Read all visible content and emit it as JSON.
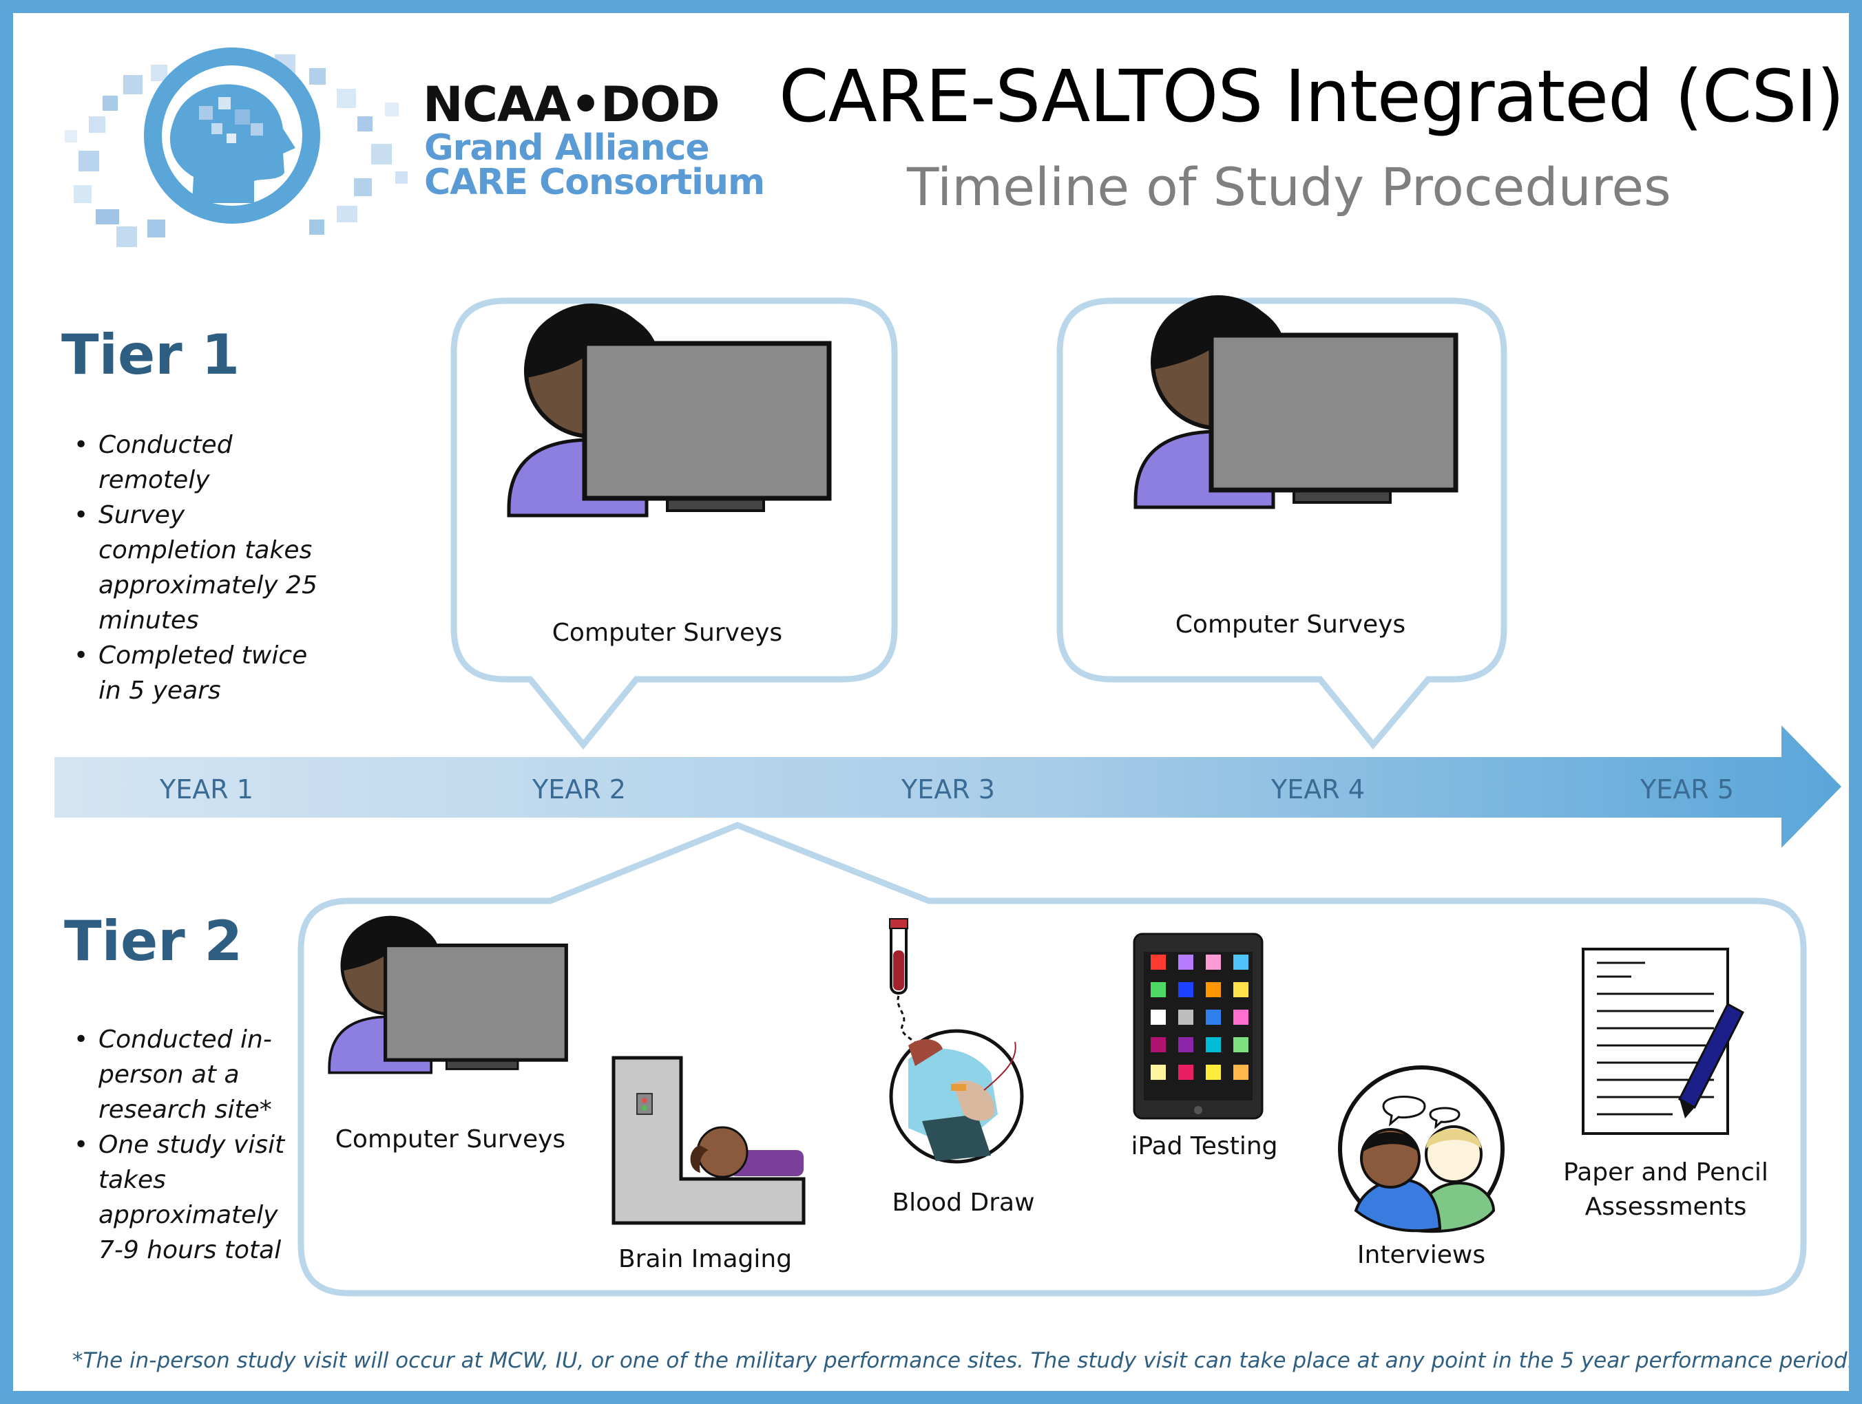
{
  "header": {
    "org_line1": "NCAA•DOD",
    "org_line2": "Grand Alliance",
    "org_line3": "CARE Consortium",
    "title": "CARE-SALTOS Integrated (CSI)",
    "subtitle": "Timeline of Study Procedures"
  },
  "tier1": {
    "heading": "Tier 1",
    "bullets": [
      [
        "Conducted",
        "remotely"
      ],
      [
        "Survey",
        "completion takes",
        "approximately 25",
        "minutes"
      ],
      [
        "Completed twice",
        "in 5 years"
      ]
    ],
    "callouts": [
      {
        "label": "Computer Surveys",
        "year": "YEAR 2"
      },
      {
        "label": "Computer Surveys",
        "year": "YEAR 4"
      }
    ]
  },
  "timeline": {
    "years": [
      "YEAR 1",
      "YEAR 2",
      "YEAR 3",
      "YEAR 4",
      "YEAR 5"
    ]
  },
  "tier2": {
    "heading": "Tier 2",
    "bullets": [
      [
        "Conducted in-",
        "person at a",
        "research site*"
      ],
      [
        "One study visit",
        "takes",
        "approximately",
        "7-9 hours total"
      ]
    ],
    "procedures": [
      {
        "label": "Computer Surveys",
        "icon": "computer-person-icon"
      },
      {
        "label": "Brain Imaging",
        "icon": "mri-scanner-icon"
      },
      {
        "label": "Blood Draw",
        "icon": "blood-draw-icon"
      },
      {
        "label": "iPad Testing",
        "icon": "tablet-icon"
      },
      {
        "label": "Interviews",
        "icon": "interview-people-icon"
      },
      {
        "label_lines": [
          "Paper and Pencil",
          "Assessments"
        ],
        "icon": "paper-pencil-icon"
      }
    ]
  },
  "footnote": "*The in-person study visit will occur at MCW, IU, or one of the military performance sites. The study visit can take place at any point in the 5 year performance period.",
  "colors": {
    "frame": "#5aa6d9",
    "callout_border": "#b9d6ea",
    "tier_heading": "#2e5f82",
    "logo_blue": "#5b9bd5",
    "arrow_start": "#d4e5f3",
    "arrow_end": "#5aa6d9",
    "skin": "#6a4f3a",
    "shirt": "#8d7fe0",
    "monitor": "#8a8a8a"
  }
}
